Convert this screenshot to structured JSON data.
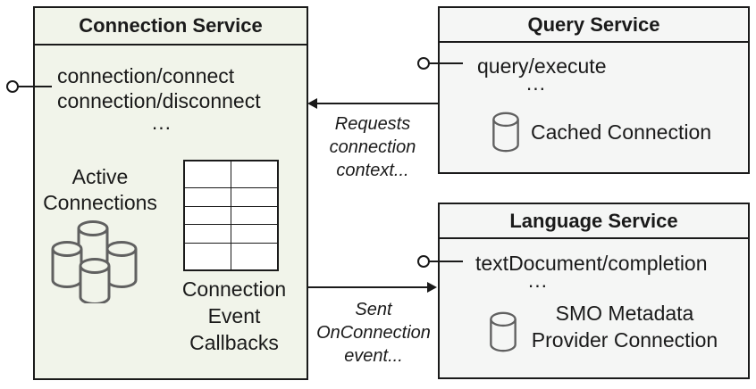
{
  "colors": {
    "connection_box_bg": "#f1f4ea",
    "service_box_bg": "#f5f6f5",
    "border": "#1a1a1a",
    "cylinder_stroke": "#606060",
    "text": "#1a1a1a"
  },
  "connection_service": {
    "title": "Connection Service",
    "method_1": "connection/connect",
    "method_2": "connection/disconnect",
    "ellipsis": "...",
    "active_connections_label": "Active Connections",
    "callbacks_label": "Connection Event Callbacks"
  },
  "query_service": {
    "title": "Query Service",
    "method_1": "query/execute",
    "ellipsis": "...",
    "connection_label": "Cached Connection"
  },
  "language_service": {
    "title": "Language Service",
    "method_1": "textDocument/completion",
    "ellipsis": "...",
    "connection_label": "SMO Metadata Provider Connection"
  },
  "arrows": {
    "requests_label": "Requests connection context...",
    "sent_label": "Sent OnConnection event..."
  }
}
